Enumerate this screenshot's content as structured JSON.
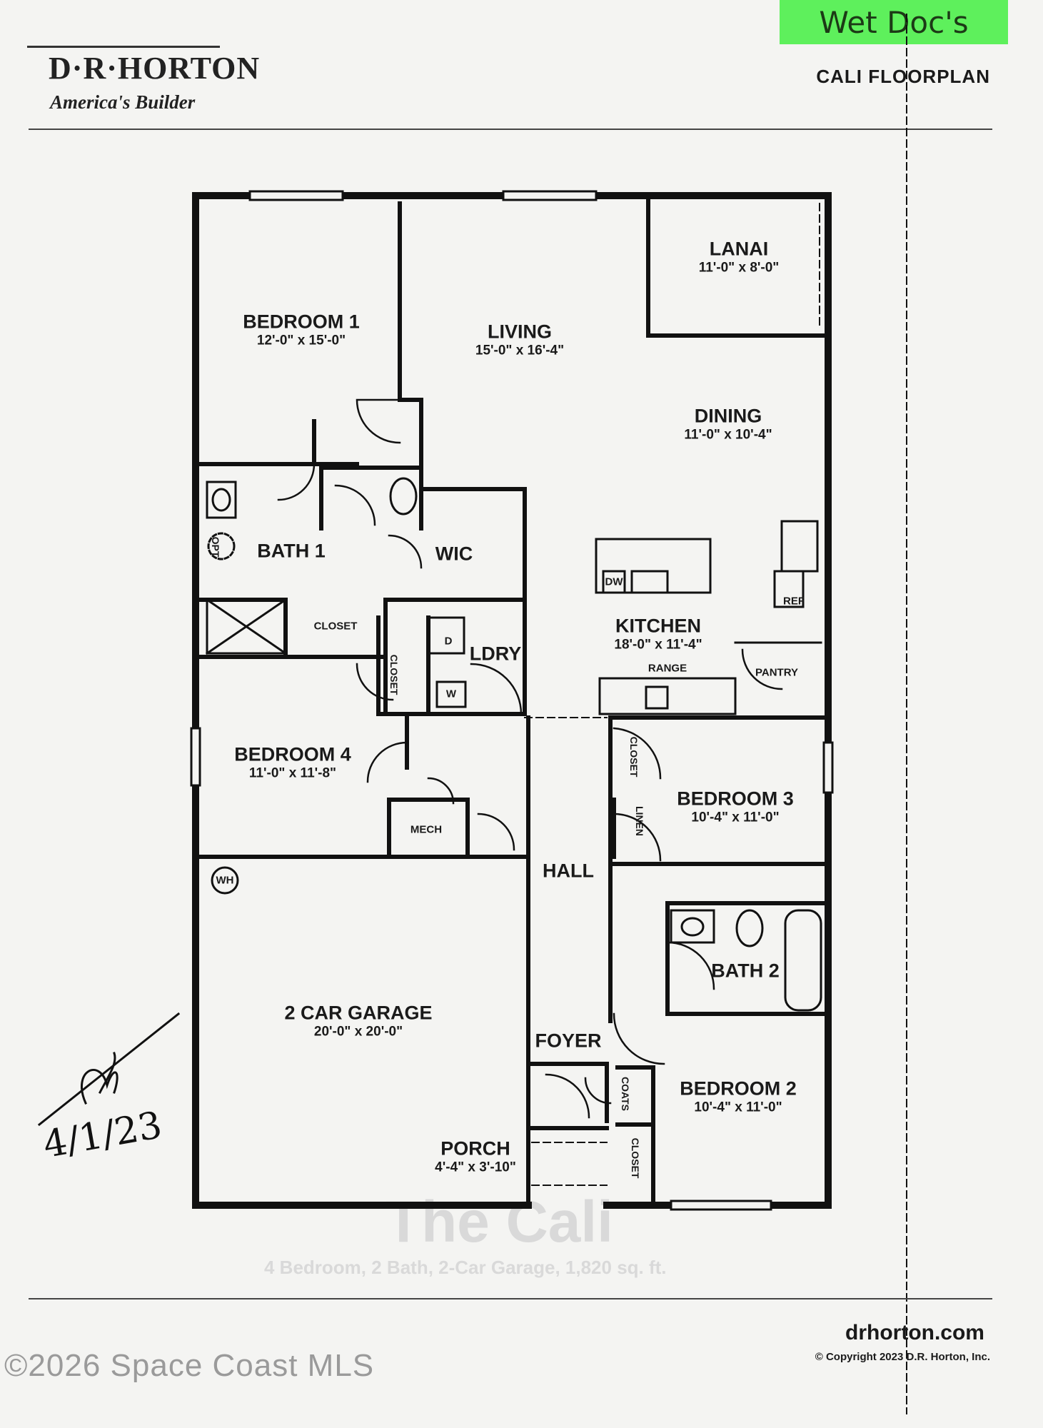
{
  "header": {
    "brand": "D·R·HORTON",
    "tagline": "America's Builder",
    "plan_title": "CALI FLOORPLAN",
    "sticky_note": "Wet Doc's"
  },
  "rooms": {
    "bedroom1": {
      "name": "BEDROOM 1",
      "dim": "12'-0\" x 15'-0\""
    },
    "living": {
      "name": "LIVING",
      "dim": "15'-0\" x 16'-4\""
    },
    "lanai": {
      "name": "LANAI",
      "dim": "11'-0\" x 8'-0\""
    },
    "dining": {
      "name": "DINING",
      "dim": "11'-0\" x 10'-4\""
    },
    "bath1": {
      "name": "BATH 1"
    },
    "wic": {
      "name": "WIC"
    },
    "kitchen": {
      "name": "KITCHEN",
      "dim": "18'-0\" x 11'-4\""
    },
    "ldry": {
      "name": "LDRY"
    },
    "bedroom4": {
      "name": "BEDROOM 4",
      "dim": "11'-0\" x 11'-8\""
    },
    "bedroom3": {
      "name": "BEDROOM 3",
      "dim": "10'-4\" x 11'-0\""
    },
    "hall": {
      "name": "HALL"
    },
    "bath2": {
      "name": "BATH 2"
    },
    "garage": {
      "name": "2 CAR GARAGE",
      "dim": "20'-0\" x 20'-0\""
    },
    "foyer": {
      "name": "FOYER"
    },
    "bedroom2": {
      "name": "BEDROOM 2",
      "dim": "10'-4\" x 11'-0\""
    },
    "porch": {
      "name": "PORCH",
      "dim": "4'-4\" x 3'-10\""
    }
  },
  "fixtures": {
    "closet_bath1": "CLOSET",
    "closet_vertical": "CLOSET",
    "closet_bed3": "CLOSET",
    "linen": "LINEN",
    "coats": "COATS",
    "closet_bed2": "CLOSET",
    "mech": "MECH",
    "pantry": "PANTRY",
    "range": "RANGE",
    "ref": "REF",
    "dw": "DW",
    "dryer": "D",
    "washer": "W",
    "wh": "WH",
    "opt": "OPT"
  },
  "watermark": {
    "title": "The Cali",
    "subtitle": "4 Bedroom, 2 Bath, 2-Car Garage, 1,820 sq. ft."
  },
  "footer": {
    "site": "drhorton.com",
    "copyright": "© Copyright 2023 D.R. Horton, Inc.",
    "mls": "©2026 Space Coast MLS"
  },
  "handwriting": {
    "date": "4/1/23"
  }
}
